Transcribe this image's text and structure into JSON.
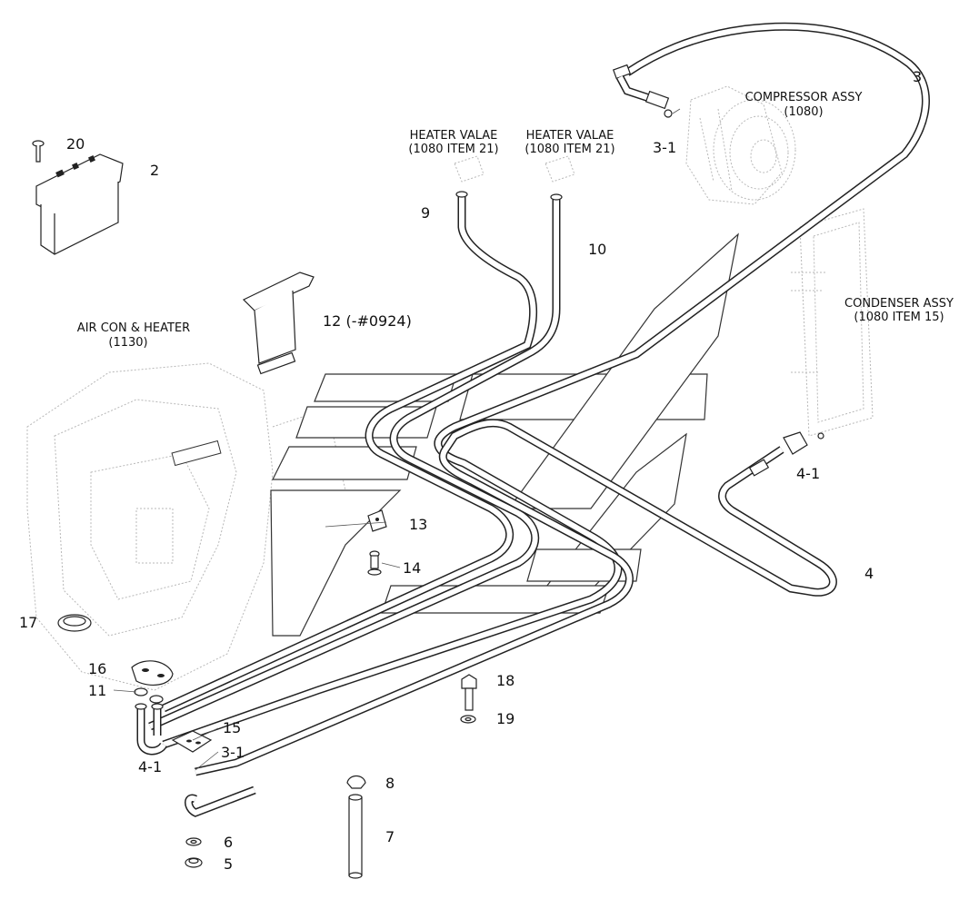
{
  "diagram": {
    "captions": {
      "heater_valve_1": [
        "HEATER VALAE",
        "(1080 ITEM 21)"
      ],
      "heater_valve_2": [
        "HEATER VALAE",
        "(1080 ITEM 21)"
      ],
      "compressor": [
        "COMPRESSOR ASSY",
        "(1080)"
      ],
      "condenser": [
        "CONDENSER ASSY",
        "(1080 ITEM 15)"
      ],
      "aircon": [
        "AIR CON & HEATER",
        "(1130)"
      ]
    },
    "callouts": {
      "c20": "20",
      "c2": "2",
      "c3": "3",
      "c3_1_top": "3-1",
      "c9": "9",
      "c10": "10",
      "c12": "12 (-#0924)",
      "c4_1_right": "4-1",
      "c4": "4",
      "c13": "13",
      "c14": "14",
      "c17": "17",
      "c16": "16",
      "c11": "11",
      "c15": "15",
      "c3_1_bottom": "3-1",
      "c4_1_left": "4-1",
      "c18": "18",
      "c19": "19",
      "c8": "8",
      "c7": "7",
      "c6": "6",
      "c5": "5"
    }
  }
}
